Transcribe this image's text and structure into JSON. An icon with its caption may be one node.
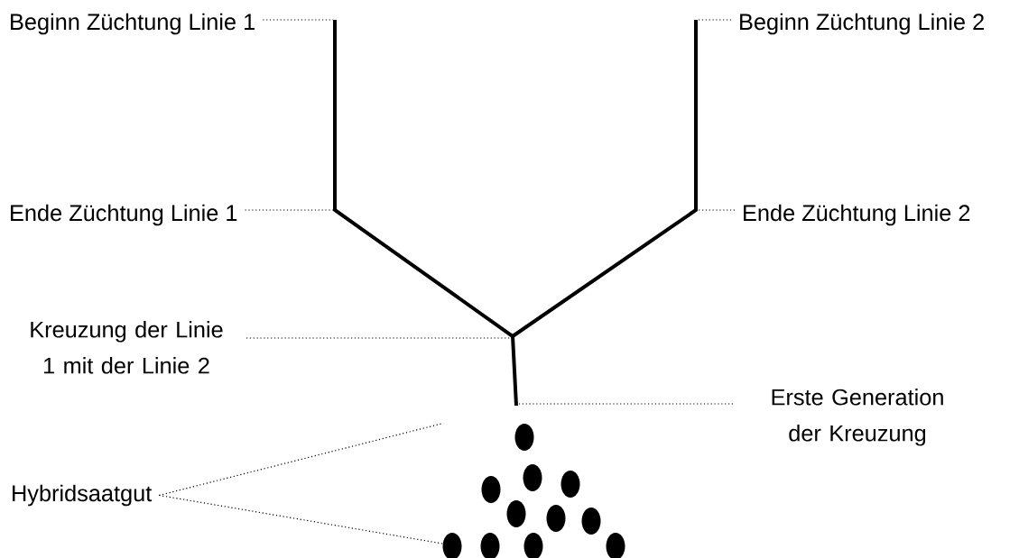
{
  "diagram": {
    "nodes": [
      {
        "text": [
          "Beginn Züchtung Linie 1"
        ]
      },
      {
        "text": [
          "Beginn Züchtung Linie 2"
        ]
      },
      {
        "text": [
          "Ende Züchtung Linie 1"
        ]
      },
      {
        "text": [
          "Ende Züchtung Linie 2"
        ]
      },
      {
        "text": [
          "Kreuzung der Linie 1 mit der Linie 2"
        ]
      },
      {
        "text": [
          "Erste Generation der Kreuzung"
        ]
      },
      {
        "text": [
          "Hybridsaatgut"
        ]
      },
      {
        "text": [],
        "shape": "picture"
      }
    ],
    "edges": [
      {
        "from": 0,
        "to": null,
        "arrow": "none"
      },
      {
        "from": 1,
        "to": null,
        "arrow": "none"
      },
      {
        "from": 2,
        "to": null,
        "arrow": "none"
      },
      {
        "from": 3,
        "to": null,
        "arrow": "none"
      },
      {
        "from": 4,
        "to": null,
        "arrow": "none"
      },
      {
        "from": 5,
        "to": null,
        "arrow": "none"
      },
      {
        "from": 6,
        "to": 7,
        "arrow": "none"
      },
      {
        "from": 6,
        "to": 7,
        "arrow": "none"
      }
    ]
  }
}
